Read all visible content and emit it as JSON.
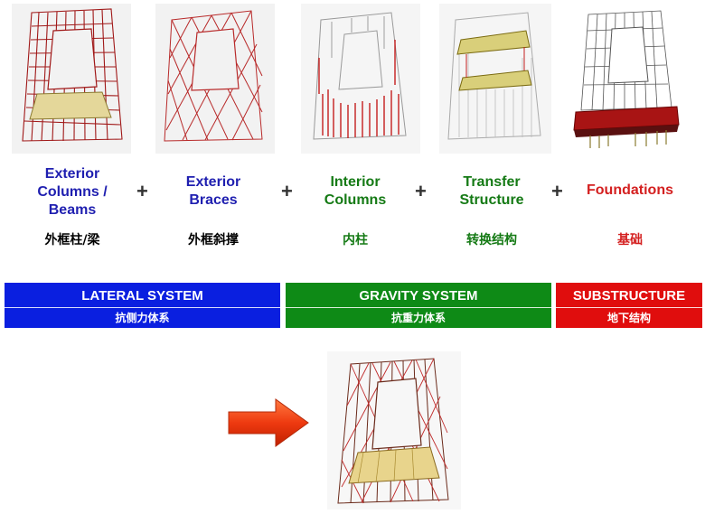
{
  "components": [
    {
      "label_en": "Exterior Columns / Beams",
      "label_cn": "外框柱/梁",
      "color": "#1f1fb0"
    },
    {
      "label_en": "Exterior Braces",
      "label_cn": "外框斜撑",
      "color": "#1f1fb0"
    },
    {
      "label_en": "Interior Columns",
      "label_cn": "内柱",
      "color": "#157a15"
    },
    {
      "label_en": "Transfer Structure",
      "label_cn": "转换结构",
      "color": "#157a15"
    },
    {
      "label_en": "Foundations",
      "label_cn": "基础",
      "color": "#d42020"
    }
  ],
  "operators": {
    "plus": "+"
  },
  "systems": [
    {
      "label_en": "LATERAL SYSTEM",
      "label_cn": "抗侧力体系",
      "color": "#0a1fe0"
    },
    {
      "label_en": "GRAVITY SYSTEM",
      "label_cn": "抗重力体系",
      "color": "#0e8a16"
    },
    {
      "label_en": "SUBSTRUCTURE",
      "label_cn": "地下结构",
      "color": "#e00d0d"
    }
  ],
  "result": {
    "arrow_color": "#ee3a10",
    "icon": "combined-structure-model"
  }
}
